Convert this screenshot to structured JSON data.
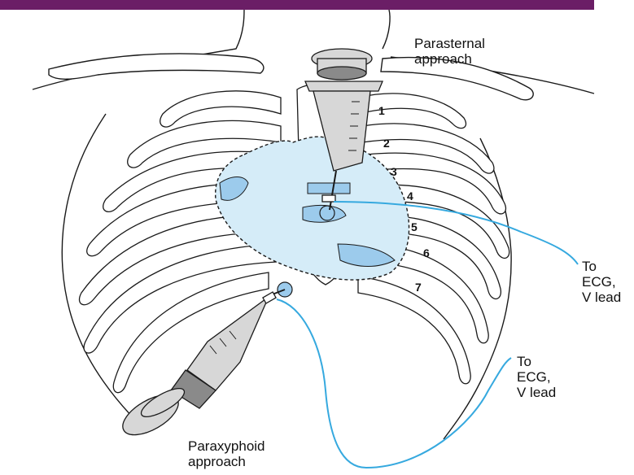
{
  "colors": {
    "top_bar": "#6b1e66",
    "outline": "#1a1a1a",
    "heart_fill": "#d5ecf8",
    "heart_shade": "#9ccbec",
    "lead_wire": "#36a9df",
    "syringe_fill": "#d7d7d7",
    "syringe_dark": "#8a8a8a"
  },
  "labels": {
    "parasternal_line1": "Parasternal",
    "parasternal_line2": "approach",
    "paraxyphoid_line1": "Paraxyphoid",
    "paraxyphoid_line2": "approach",
    "ecg_upper_line1": "To",
    "ecg_upper_line2": "ECG,",
    "ecg_upper_line3": "V lead",
    "ecg_lower_line1": "To",
    "ecg_lower_line2": "ECG,",
    "ecg_lower_line3": "V lead"
  },
  "rib_numbers": [
    "1",
    "2",
    "3",
    "4",
    "5",
    "6",
    "7"
  ]
}
